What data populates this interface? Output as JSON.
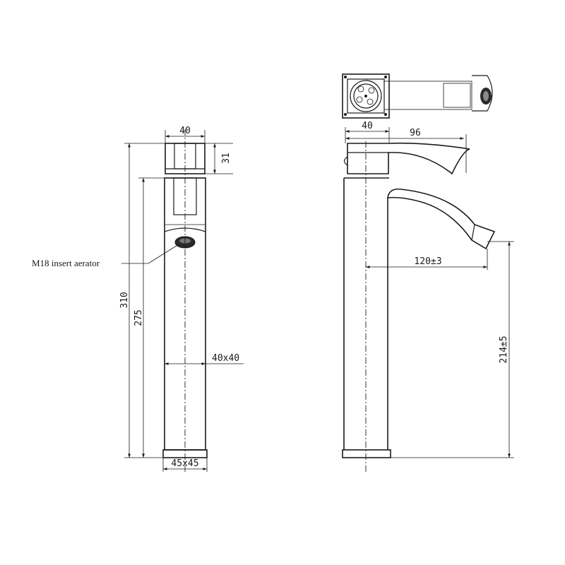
{
  "front_view": {
    "dim_top_width": "40",
    "dim_handle_height": "31",
    "dim_total_height": "310",
    "dim_body_height": "275",
    "dim_body_section": "40x40",
    "dim_base": "45x45",
    "aerator_note": "M18 insert aerator"
  },
  "side_view": {
    "dim_top_width": "40",
    "dim_handle_length": "96",
    "dim_spout_reach": "120±3",
    "dim_spout_height": "214±5"
  },
  "colors": {
    "line": "#1a1a1a",
    "background": "#ffffff"
  }
}
